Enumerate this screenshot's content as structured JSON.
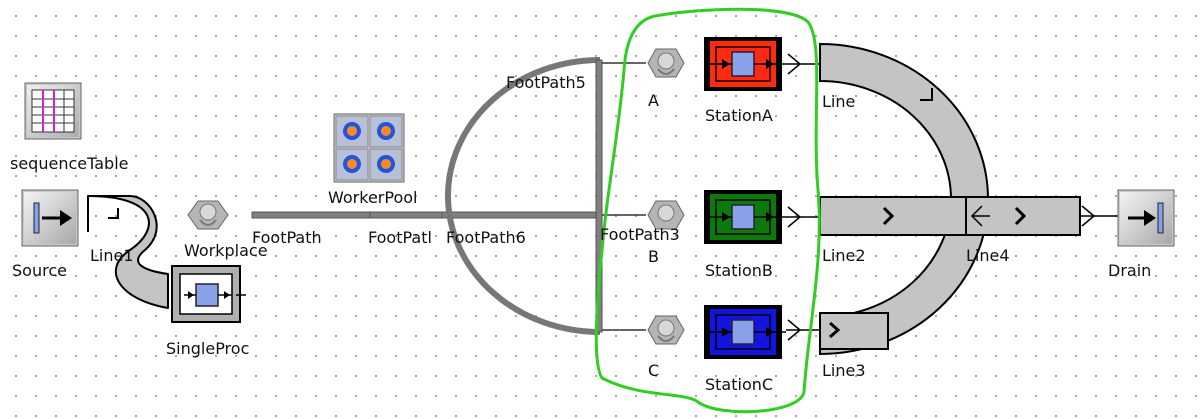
{
  "labels": {
    "sequence_table": "sequenceTable",
    "source": "Source",
    "line1": "Line1",
    "workplace": "Workplace",
    "single_proc": "SingleProc",
    "worker_pool": "WorkerPool",
    "footpath": "FootPath",
    "footpath_second": "FootPatl",
    "footpath6": "FootPath6",
    "footpath5": "FootPath5",
    "footpath3": "FootPath3",
    "a": "A",
    "b": "B",
    "c": "C",
    "station_a": "StationA",
    "station_b": "StationB",
    "station_c": "StationC",
    "line": "Line",
    "line2": "Line2",
    "line3": "Line3",
    "line4": "Line4",
    "drain": "Drain"
  },
  "colors": {
    "station_a": "#ff2a10",
    "station_b": "#0b7a0b",
    "station_c": "#1414e0",
    "highlight": "#33cc22",
    "conveyor_fill": "#c4c4c4",
    "footpath": "#777777"
  },
  "icons": {
    "sequence_table": "table-icon",
    "source": "source-arrow-icon",
    "drain": "drain-arrow-icon",
    "workplace": "workplace-icon",
    "worker_pool": "worker-pool-icon"
  }
}
